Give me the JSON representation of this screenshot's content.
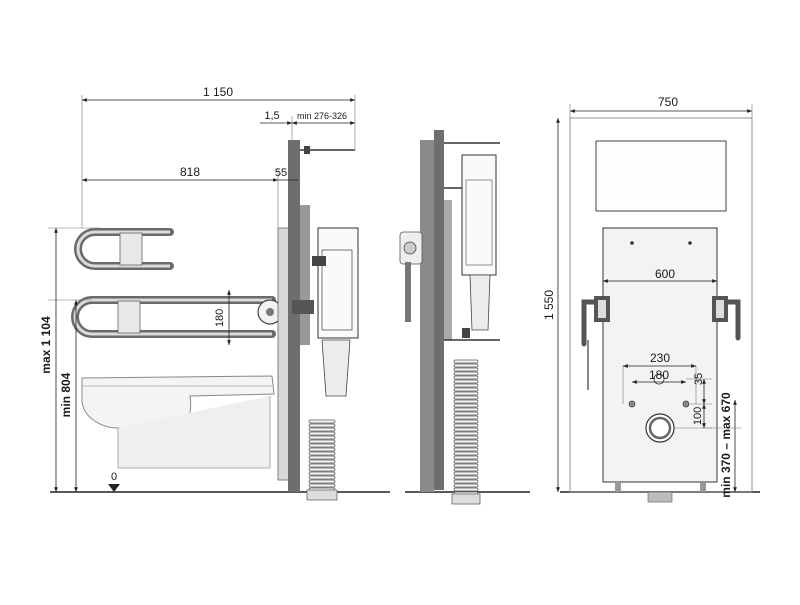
{
  "labels": {
    "total_width": "1 150",
    "offset": "1,5",
    "depth_range": "min 276-326",
    "bar_projection": "818",
    "bar_gap": "55",
    "bar_spacing": "180",
    "max_height": "max 1 104",
    "min_height": "min 804",
    "floor_zero": "0",
    "front_width": "750",
    "frame_height": "1 550",
    "bracket_width": "600",
    "bolt_outer": "230",
    "bolt_inner": "180",
    "bolt_vertical": "35",
    "drain_offset": "100",
    "outlet_height": "min 370 – max 670"
  },
  "colors": {
    "frame": "#6e6e6e",
    "frame_light": "#9a9a9a",
    "panel": "#f2f2f2",
    "line": "#222222",
    "handle": "#555555"
  }
}
